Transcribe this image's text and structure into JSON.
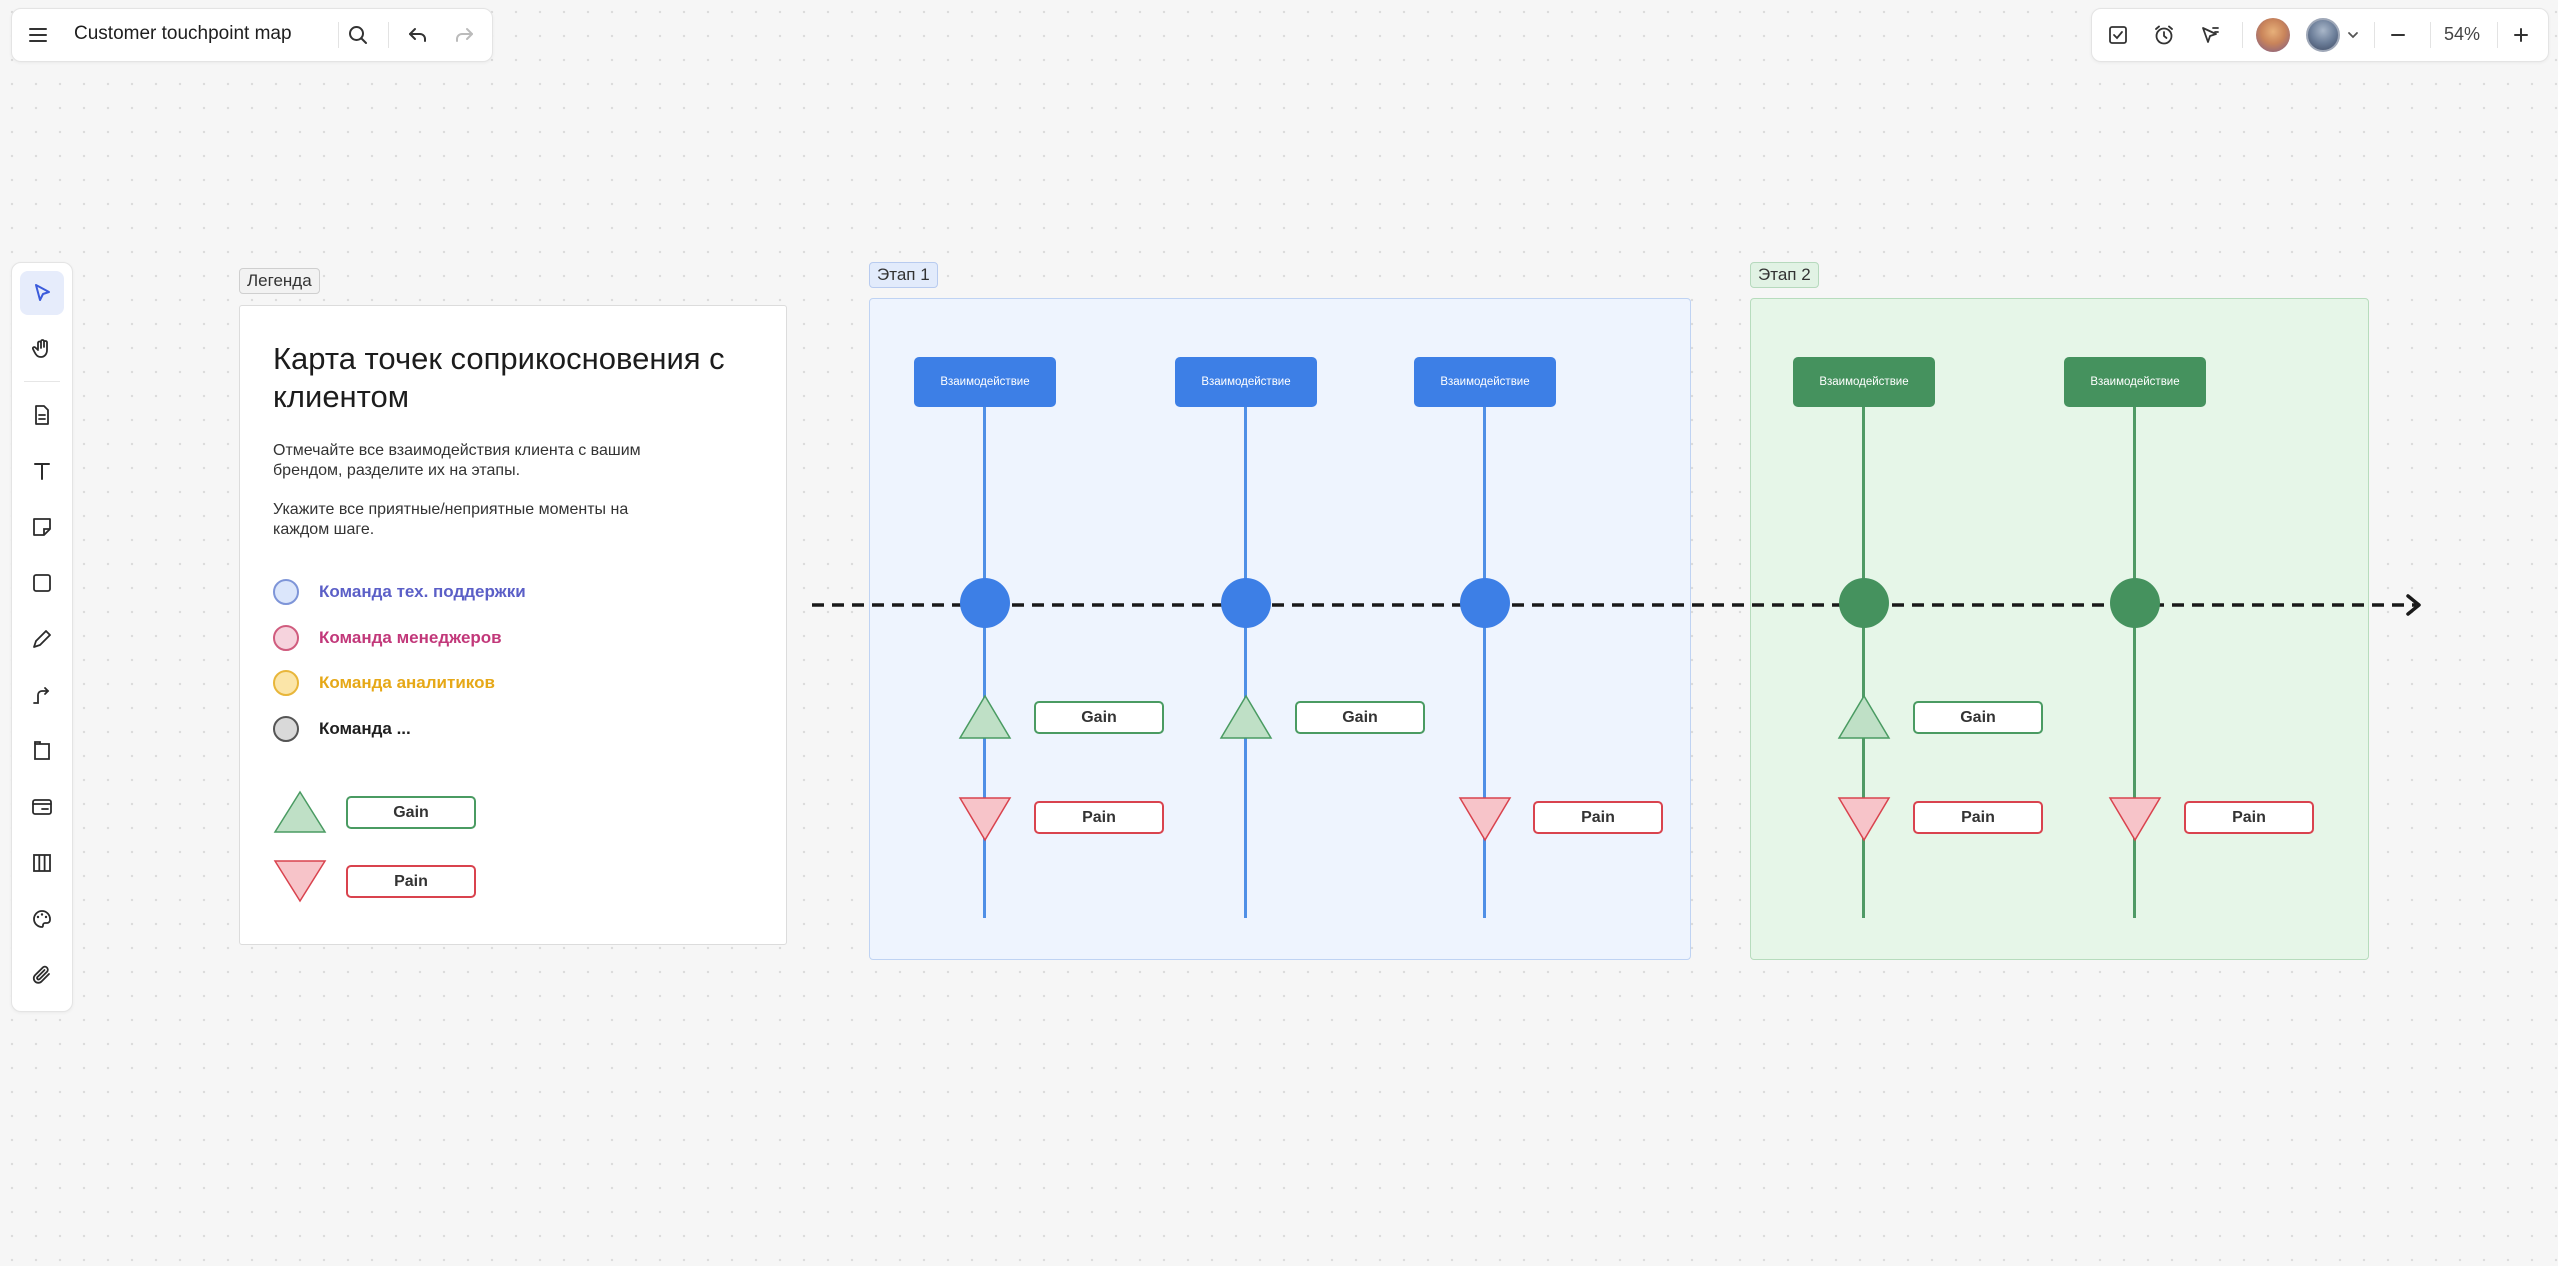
{
  "toolbar": {
    "board_title": "Customer touchpoint map",
    "menu_icon": "menu-icon",
    "search_icon": "search-icon",
    "undo_icon": "undo-icon",
    "redo_icon": "redo-icon",
    "zoom_value": "54%",
    "zoom_out_icon": "minus-icon",
    "zoom_in_icon": "plus-icon"
  },
  "left_tools": [
    "select-tool",
    "hand-tool",
    "document-tool",
    "text-tool",
    "sticky-note-tool",
    "shape-tool",
    "pen-tool",
    "connector-tool",
    "frame-tool",
    "card-tool",
    "kanban-tool",
    "sticker-tool",
    "attachment-tool"
  ],
  "legend": {
    "frame_label": "Легенда",
    "title": "Карта точек соприкосновения с клиентом",
    "para1": "Отмечайте все взаимодействия клиента с вашим брендом, разделите их на этапы.",
    "para2": "Укажите все приятные/неприятные моменты на каждом шаге.",
    "teams": [
      {
        "label": "Команда тех. поддержки",
        "color": "#5b5fc7",
        "fill": "#dbe6fb",
        "stroke": "#7e95d8"
      },
      {
        "label": "Команда менеджеров",
        "color": "#c2387a",
        "fill": "#f6d3dd",
        "stroke": "#d05c7e"
      },
      {
        "label": "Команда аналитиков",
        "color": "#e6a817",
        "fill": "#fbe5a8",
        "stroke": "#e8b63a"
      },
      {
        "label": "Команда ...",
        "color": "#1f1f1f",
        "fill": "#d9d9d9",
        "stroke": "#555555"
      }
    ],
    "gain_label": "Gain",
    "pain_label": "Pain"
  },
  "stages": [
    {
      "label": "Этап 1",
      "interaction": "Взаимодействие",
      "color": "#3d7fe6"
    },
    {
      "label": "Этап 2",
      "interaction": "Взаимодействие",
      "color": "#45925e"
    }
  ],
  "gp": {
    "gain": "Gain",
    "pain": "Pain"
  },
  "colors": {
    "blue": "#3d7fe6",
    "green": "#45925e",
    "gain_fill": "#bfe0c6",
    "pain_fill": "#f7c4c9"
  }
}
